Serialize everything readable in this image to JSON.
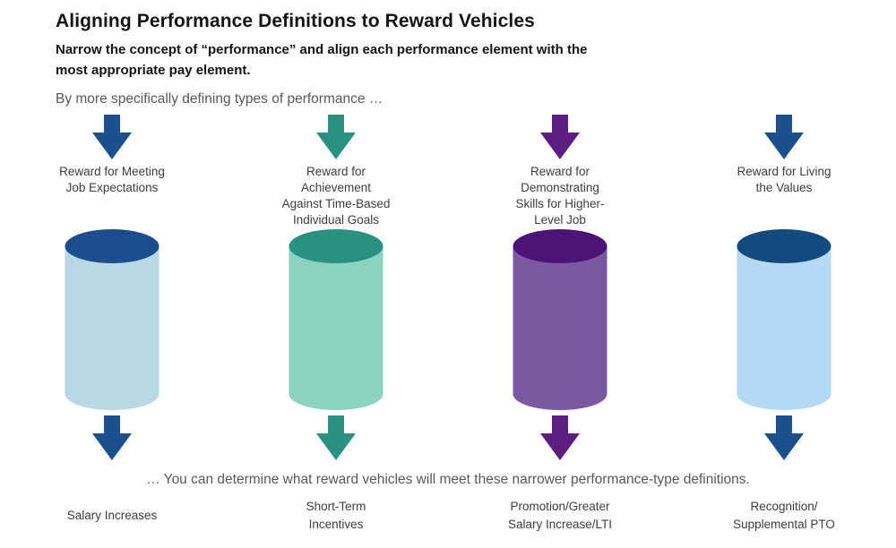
{
  "page": {
    "title": "Aligning Performance Definitions to Reward Vehicles",
    "subtitle": "Narrow the concept of “performance” and align each performance element with the\nmost appropriate pay element.",
    "intro_text": "By more specifically defining types of performance …",
    "outro_text": "… You can determine what reward vehicles will meet these narrower performance-type definitions."
  },
  "colors": {
    "background": "#ffffff",
    "heading_text": "#141414",
    "body_text": "#58595b",
    "label_text": "#3d3d3d"
  },
  "columns": [
    {
      "performance_label": "Reward for Meeting\nJob Expectations",
      "reward_label": "Salary Increases",
      "colors": {
        "arrow": "#1b4f8d",
        "cylinder_top": "#1c4e8f",
        "cylinder_body": "#b9d8e6"
      }
    },
    {
      "performance_label": "Reward for\nAchievement\nAgainst Time-Based\nIndividual Goals",
      "reward_label": "Short-Term\nIncentives",
      "colors": {
        "arrow": "#2a9183",
        "cylinder_top": "#28917f",
        "cylinder_body": "#8cd3bf"
      }
    },
    {
      "performance_label": "Reward for\nDemonstrating\nSkills for Higher-\nLevel Job",
      "reward_label": "Promotion/Greater\nSalary Increase/LTI",
      "colors": {
        "arrow": "#5b1d82",
        "cylinder_top": "#4d1478",
        "cylinder_body": "#7c58a0"
      }
    },
    {
      "performance_label": "Reward for Living\nthe Values",
      "reward_label": "Recognition/\nSupplemental PTO",
      "colors": {
        "arrow": "#1b4f8d",
        "cylinder_top": "#134a80",
        "cylinder_body": "#b5d8f5"
      }
    }
  ]
}
